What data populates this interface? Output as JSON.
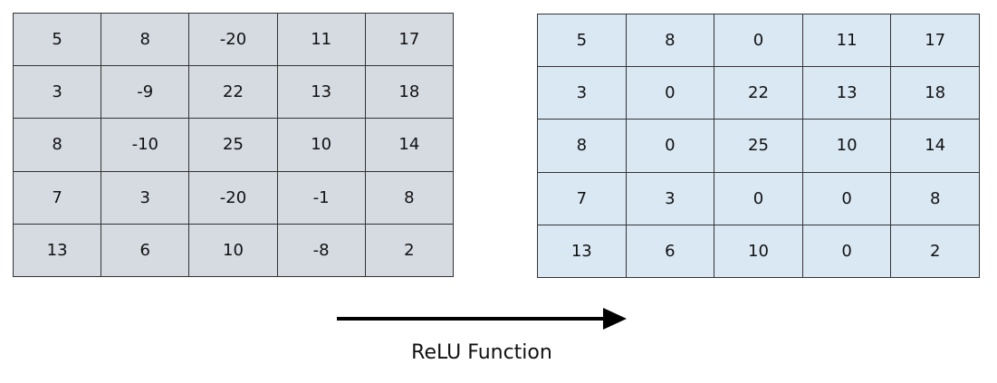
{
  "input_matrix": [
    [
      "5",
      "8",
      "-20",
      "11",
      "17"
    ],
    [
      "3",
      "-9",
      "22",
      "13",
      "18"
    ],
    [
      "8",
      "-10",
      "25",
      "10",
      "14"
    ],
    [
      "7",
      "3",
      "-20",
      "-1",
      "8"
    ],
    [
      "13",
      "6",
      "10",
      "-8",
      "2"
    ]
  ],
  "output_matrix": [
    [
      "5",
      "8",
      "0",
      "11",
      "17"
    ],
    [
      "3",
      "0",
      "22",
      "13",
      "18"
    ],
    [
      "8",
      "0",
      "25",
      "10",
      "14"
    ],
    [
      "7",
      "3",
      "0",
      "0",
      "8"
    ],
    [
      "13",
      "6",
      "10",
      "0",
      "2"
    ]
  ],
  "caption": "ReLU Function",
  "colors": {
    "input_fill": "#d6dae1",
    "output_fill": "#dae8f4",
    "border": "#333333",
    "arrow": "#000000"
  }
}
